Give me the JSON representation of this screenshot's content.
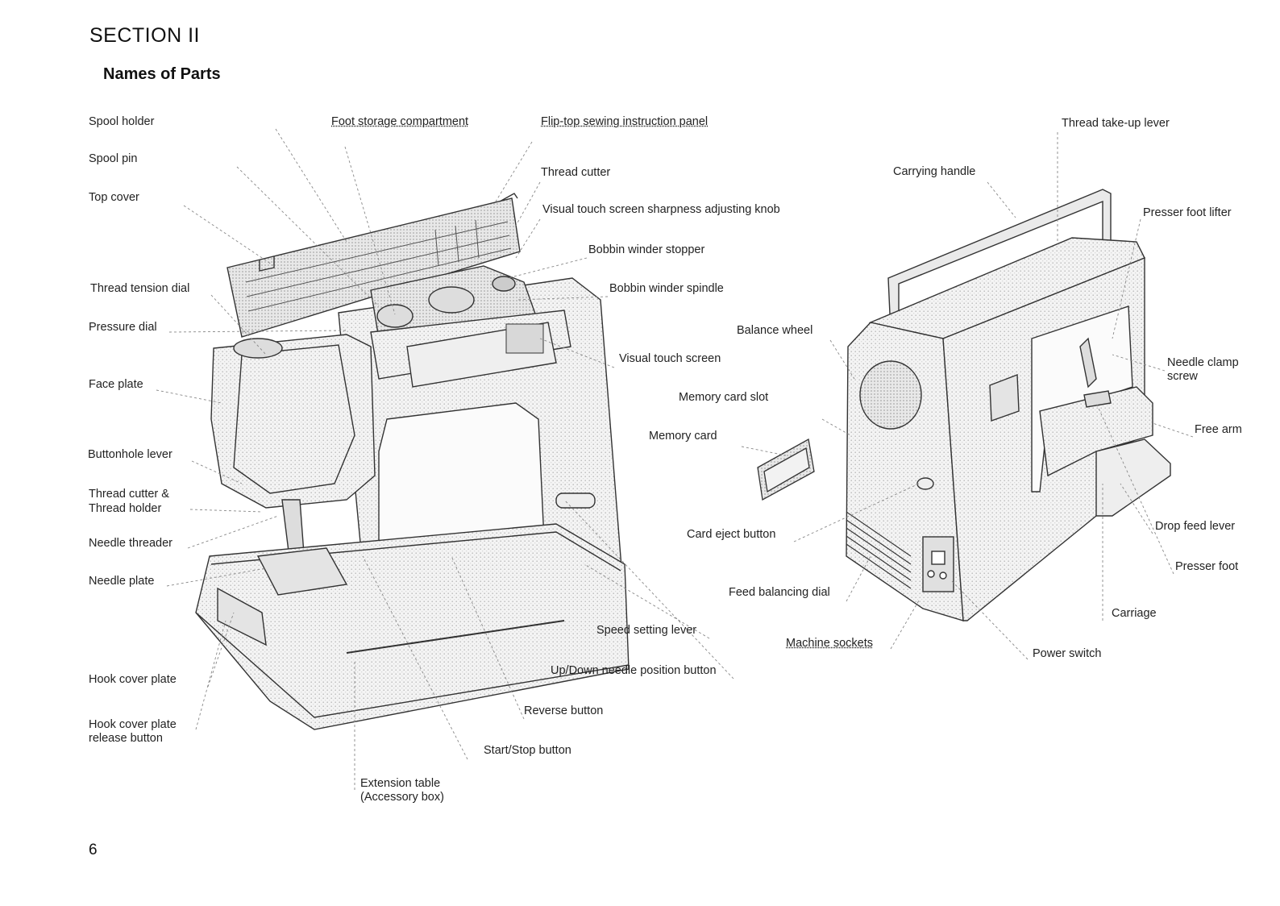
{
  "section_title": "SECTION II",
  "heading": "Names of Parts",
  "page_number": "6",
  "labels": {
    "spool_holder": "Spool holder",
    "spool_pin": "Spool pin",
    "top_cover": "Top cover",
    "thread_tension_dial": "Thread tension dial",
    "pressure_dial": "Pressure dial",
    "face_plate": "Face plate",
    "buttonhole_lever": "Buttonhole lever",
    "thread_cutter_holder_1": "Thread cutter &",
    "thread_cutter_holder_2": "Thread holder",
    "needle_threader": "Needle threader",
    "needle_plate": "Needle plate",
    "hook_cover_plate": "Hook cover plate",
    "hook_cover_release_1": "Hook cover plate",
    "hook_cover_release_2": "release button",
    "foot_storage": "Foot storage compartment",
    "flip_top_panel": "Flip-top sewing instruction panel",
    "thread_cutter": "Thread cutter",
    "sharpness_knob": "Visual touch screen sharpness adjusting knob",
    "bobbin_winder_stopper": "Bobbin winder stopper",
    "bobbin_winder_spindle": "Bobbin winder spindle",
    "balance_wheel": "Balance wheel",
    "visual_touch_screen": "Visual touch screen",
    "memory_card_slot": "Memory card slot",
    "memory_card": "Memory card",
    "card_eject_button": "Card eject button",
    "feed_balancing_dial": "Feed balancing dial",
    "speed_setting_lever": "Speed setting lever",
    "machine_sockets": "Machine sockets",
    "updown_needle_button": "Up/Down needle position button",
    "reverse_button": "Reverse button",
    "start_stop_button": "Start/Stop button",
    "extension_table_1": "Extension table",
    "extension_table_2": "(Accessory box)",
    "carrying_handle": "Carrying handle",
    "thread_takeup_lever": "Thread take-up lever",
    "presser_foot_lifter": "Presser foot lifter",
    "needle_clamp_screw_1": "Needle clamp",
    "needle_clamp_screw_2": "screw",
    "free_arm": "Free arm",
    "drop_feed_lever": "Drop feed lever",
    "presser_foot": "Presser foot",
    "carriage": "Carriage",
    "power_switch": "Power switch"
  }
}
